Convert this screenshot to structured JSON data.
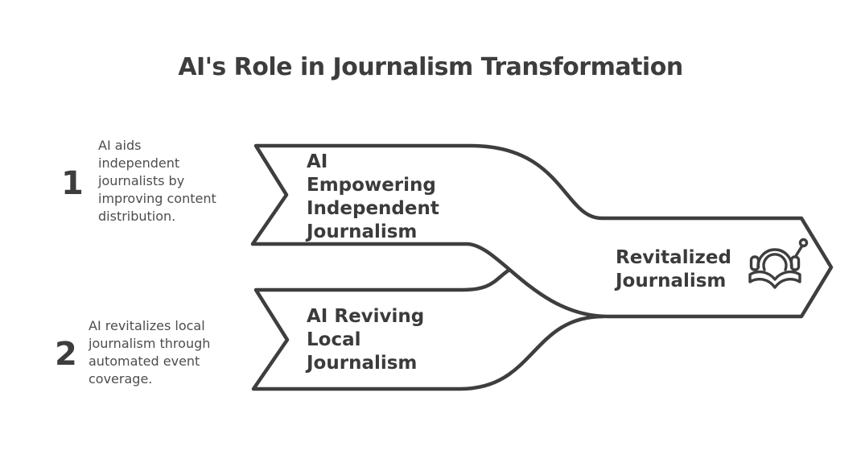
{
  "title": "AI's Role in Journalism Transformation",
  "steps": [
    {
      "number": "1",
      "description": "AI aids independent journalists by improving content distribution.",
      "banner_lines": [
        "AI",
        "Empowering",
        "Independent",
        "Journalism"
      ]
    },
    {
      "number": "2",
      "description": "AI revitalizes local journalism through automated event coverage.",
      "banner_lines": [
        "AI Reviving",
        "Local",
        "Journalism"
      ]
    }
  ],
  "outcome": {
    "lines": [
      "Revitalized",
      "Journalism"
    ],
    "icon": "headset-antenna-open-book-icon"
  },
  "colors": {
    "ink": "#3e3e3e",
    "description_text": "#4d4d4d",
    "background": "#ffffff"
  }
}
